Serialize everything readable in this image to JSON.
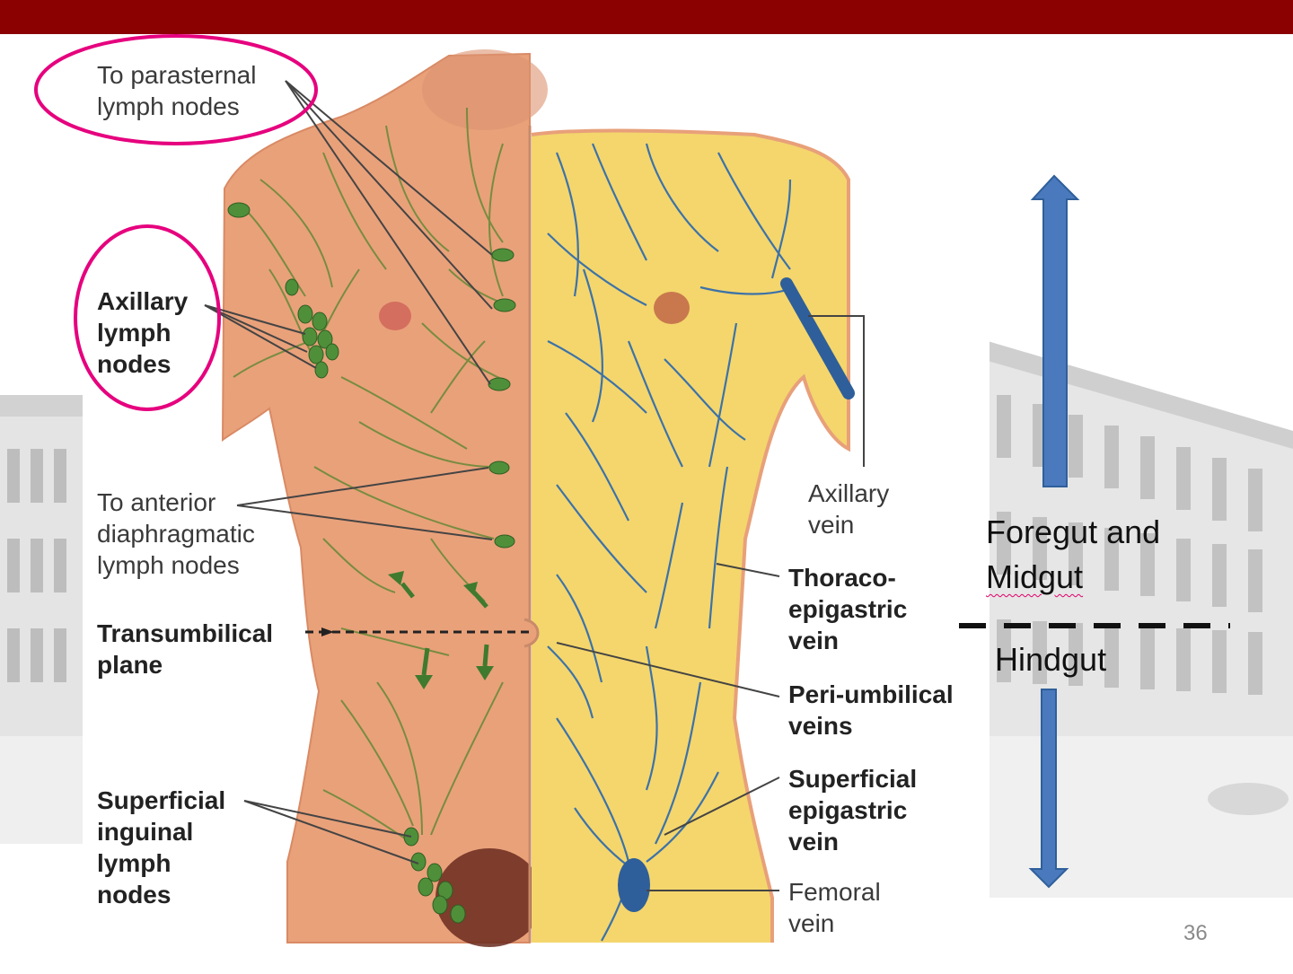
{
  "slide": {
    "page_number": "36",
    "accent_color": "#8b0000",
    "highlight_color": "#e6007e"
  },
  "labels": {
    "parasternal": [
      "To parasternal",
      "lymph nodes"
    ],
    "axillary_nodes": [
      "Axillary",
      "lymph",
      "nodes"
    ],
    "diaphragmatic": [
      "To anterior",
      "diaphragmatic",
      "lymph nodes"
    ],
    "transumbilical": [
      "Transumbilical",
      "plane"
    ],
    "inguinal": [
      "Superficial",
      "inguinal",
      "lymph",
      "nodes"
    ],
    "axillary_vein": [
      "Axillary",
      "vein"
    ],
    "thoracoepigastric": [
      "Thoraco-",
      "epigastric",
      "vein"
    ],
    "periumbilical": [
      "Peri-umbilical",
      "veins"
    ],
    "superficial_epigastric": [
      "Superficial",
      "epigastric",
      "vein"
    ],
    "femoral": [
      "Femoral",
      "vein"
    ]
  },
  "side_labels": {
    "foregut_line1": "Foregut and",
    "foregut_line2": "Midgut",
    "hindgut": "Hindgut"
  }
}
